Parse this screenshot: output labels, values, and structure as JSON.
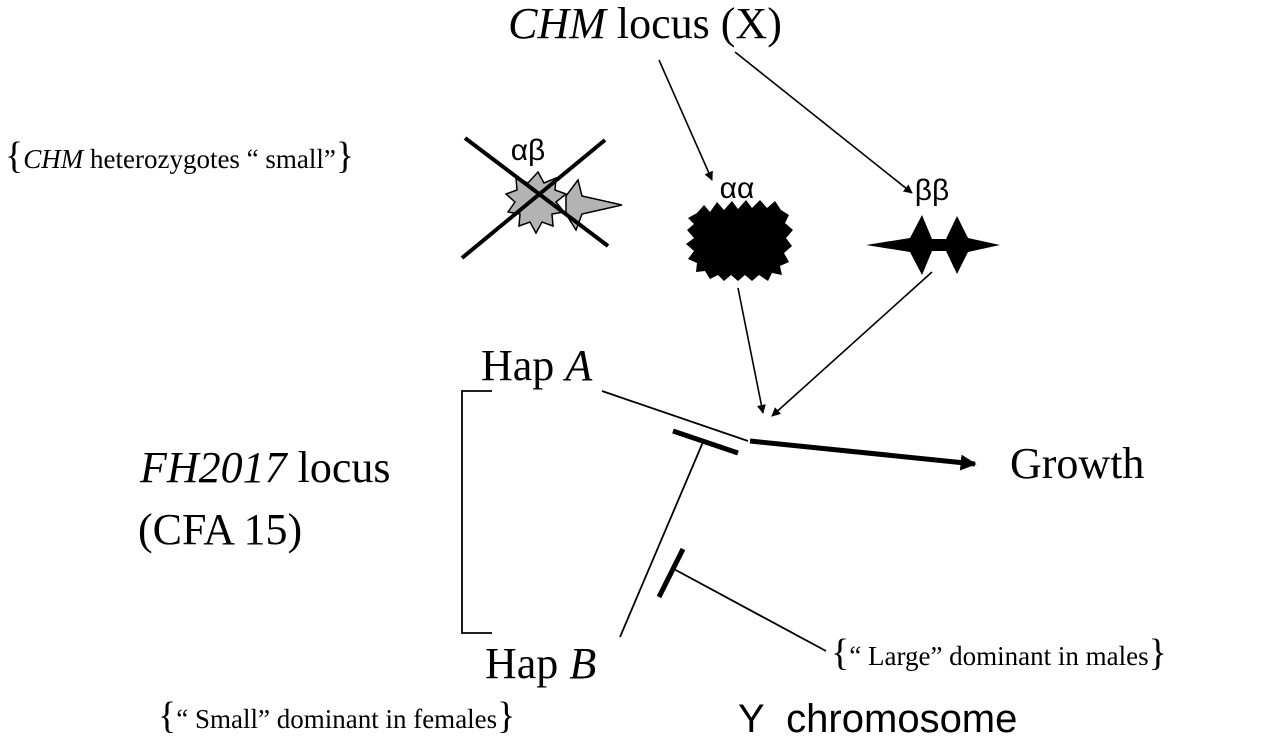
{
  "chm_locus": {
    "name": "CHM",
    "suffix": " locus (X)"
  },
  "heterozygote_note": {
    "open": "{",
    "name": "CHM",
    "text": " heterozygotes “ small”",
    "close": "}"
  },
  "genotypes": {
    "ab": {
      "label": "αβ",
      "crossed_out": true
    },
    "aa": {
      "label": "αα"
    },
    "bb": {
      "label": "ββ"
    }
  },
  "hap_a": {
    "prefix": "Hap ",
    "letter": "A"
  },
  "hap_b": {
    "prefix": "Hap ",
    "letter": "B"
  },
  "fh2017_locus": {
    "name": "FH2017",
    "suffix": " locus",
    "line2": "(CFA 15)"
  },
  "growth_label": "Growth",
  "small_note": {
    "open": "{",
    "text": "“ Small” dominant in females",
    "close": "}"
  },
  "large_note": {
    "open": "{",
    "text": "“ Large” dominant in males",
    "close": "}"
  },
  "y_chromosome": "Y  chromosome",
  "colors": {
    "ink": "#000000",
    "heterozygote_fill": "#b3b3b3",
    "background": "#ffffff"
  }
}
